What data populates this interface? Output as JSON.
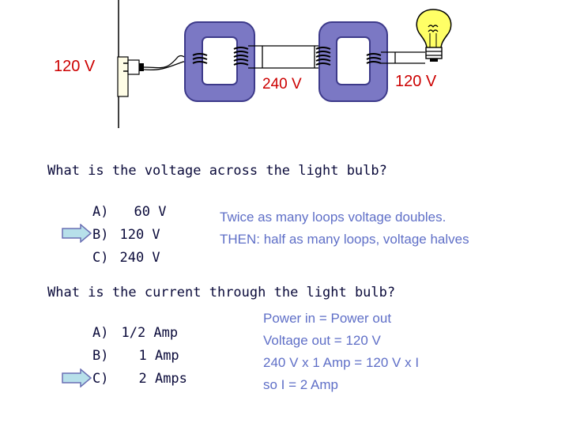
{
  "diagram": {
    "source_voltage_label": "120 V",
    "middle_voltage_label": "240 V",
    "bulb_voltage_label": "120 V"
  },
  "question1": {
    "text": "What is the voltage across the light bulb?",
    "options": [
      {
        "letter": "A)",
        "value": "60 V"
      },
      {
        "letter": "B)",
        "value": "120 V"
      },
      {
        "letter": "C)",
        "value": "240 V"
      }
    ],
    "selected_option": "B",
    "explanation": [
      "Twice as many loops voltage doubles.",
      "THEN: half as many loops, voltage halves"
    ]
  },
  "question2": {
    "text_parts": [
      "What is the ",
      "current",
      " through the light bulb?"
    ],
    "options": [
      {
        "letter": "A)",
        "value": "1/2 Amp"
      },
      {
        "letter": "B)",
        "value": "1 Amp"
      },
      {
        "letter": "C)",
        "value": "2 Amps"
      }
    ],
    "selected_option": "C",
    "explanation": [
      "Power in = Power out",
      "Voltage out = 120 V",
      "240 V x 1 Amp = 120 V x I",
      "so I = 2 Amp"
    ]
  },
  "colors": {
    "label_red": "#cc0000",
    "core_fill": "#7b78c4",
    "core_stroke": "#3d3a8a",
    "explanation_blue": "#5f6fc7",
    "arrow_fill": "#b7e0ea",
    "arrow_stroke": "#6a6fb3",
    "bulb_yellow": "#ffff66"
  }
}
